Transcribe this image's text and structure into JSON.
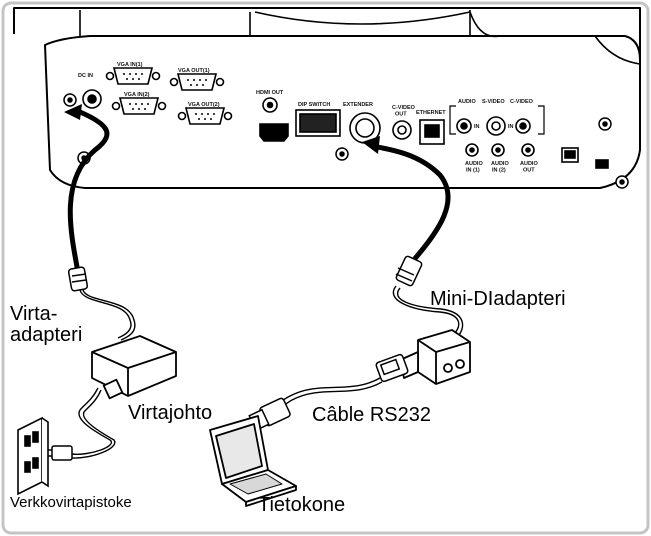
{
  "labels": {
    "power_adapter": "Virta-\nadapteri",
    "power_cord": "Virtajohto",
    "wall_outlet": "Verkkovirtapistoke",
    "computer": "Tietokone",
    "rs232_cable": "Câble RS232",
    "mini_din_adapter": "Mini-DIadapteri"
  },
  "ports": {
    "dc_in": "DC IN",
    "vga_in_1": "VGA IN(1)",
    "vga_in_2": "VGA IN(2)",
    "vga_out_1": "VGA OUT(1)",
    "vga_out_2": "VGA OUT(2)",
    "hdmi_out": "HDMI OUT",
    "dip_switch": "DIP SWITCH",
    "extender": "EXTENDER",
    "c_video_out": "C-VIDEO\nOUT",
    "ethernet": "ETHERNET",
    "audio": "AUDIO",
    "s_video": "S-VIDEO",
    "c_video": "C-VIDEO",
    "audio_in_1": "AUDIO\nIN (1)",
    "audio_in_2": "AUDIO\nIN (2)",
    "audio_out": "AUDIO\nOUT",
    "in": "IN"
  },
  "colors": {
    "line": "#000000",
    "fill": "#ffffff",
    "frame": "#bdbdbd"
  }
}
